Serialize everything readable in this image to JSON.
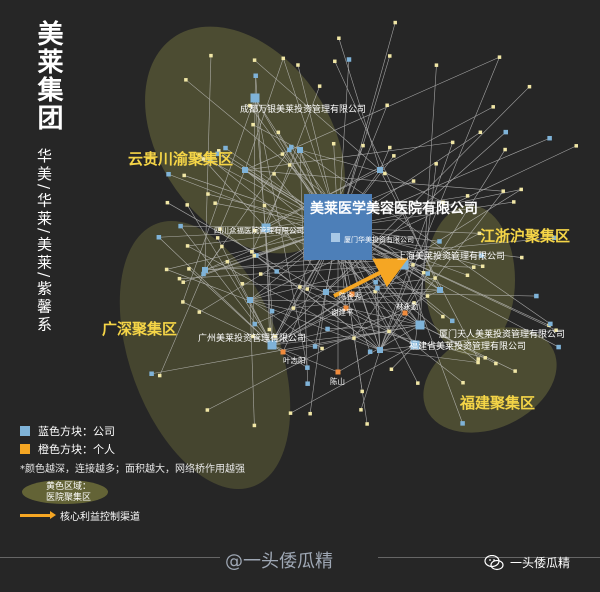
{
  "title": "美莱集团",
  "subtitle": "华美/华莱/美莱/紫馨系",
  "clusters": [
    {
      "key": "yungui",
      "label": "云贵川渝聚集区"
    },
    {
      "key": "jiangzhe",
      "label": "江浙沪聚集区"
    },
    {
      "key": "guangshen",
      "label": "广深聚集区"
    },
    {
      "key": "fujian",
      "label": "福建聚集区"
    }
  ],
  "companies": [
    {
      "key": "hub",
      "label": "美莱医学美容医院有限公司"
    },
    {
      "key": "xiamen_huamei",
      "label": "厦门华美投资有限公司"
    },
    {
      "key": "chengdu",
      "label": "成都万银美莱投资管理有限公司"
    },
    {
      "key": "sichuan",
      "label": "四川众福医院管理有限公司"
    },
    {
      "key": "shanghai",
      "label": "上海美莱投资管理有限公司"
    },
    {
      "key": "guangzhou",
      "label": "广州美莱投资管理有限公司"
    },
    {
      "key": "xiamen_tianren",
      "label": "厦门天人美莱投资管理有限公司"
    },
    {
      "key": "fujian",
      "label": "福建省美莱投资管理有限公司"
    }
  ],
  "persons": [
    {
      "key": "chen_jinxiu",
      "label": "陈金秀"
    },
    {
      "key": "xie_jianping",
      "label": "谢建平"
    },
    {
      "key": "lin_yongqin",
      "label": "林永勤"
    },
    {
      "key": "ye_zhiyang",
      "label": "叶志阳"
    },
    {
      "key": "chen_shan",
      "label": "陈山"
    }
  ],
  "legend": {
    "company": "蓝色方块：公司",
    "person": "橙色方块：个人",
    "note": "*颜色越深，连接越多；面积越大，网络桥作用越强",
    "zone_line1": "黄色区域：",
    "zone_line2": "医院聚集区",
    "arrow": "核心利益控制渠道"
  },
  "colors": {
    "company": "#7fb3d8",
    "hub": "#4d7fb8",
    "person": "#f08b3c",
    "leaf": "#f1e7a6",
    "zone": "#6c6c3c",
    "arrow": "#f5a623",
    "cluster_text": "#f5d547"
  },
  "footer": {
    "center": "@一头倭瓜精",
    "right": "一头倭瓜精"
  }
}
